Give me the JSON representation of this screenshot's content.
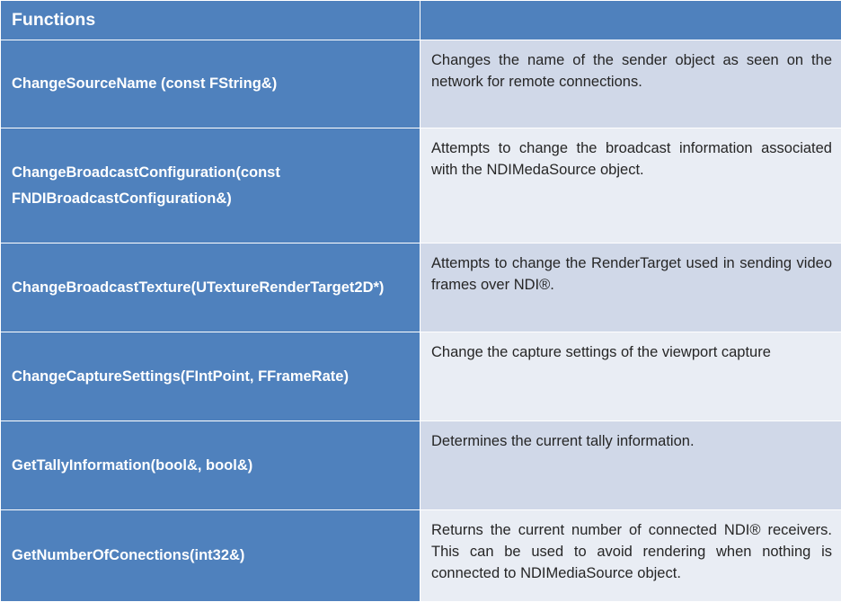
{
  "table": {
    "header": {
      "col1": "Functions",
      "col2": ""
    },
    "rows": [
      {
        "function": "ChangeSourceName (const FString&)",
        "description": "Changes the name of the sender object as seen on the network for remote connections."
      },
      {
        "function_line1": "ChangeBroadcastConfiguration(const",
        "function_line2": "FNDIBroadcastConfiguration&)",
        "description": "Attempts to change the broadcast information associated with the NDIMedaSource object."
      },
      {
        "function": "ChangeBroadcastTexture(UTextureRenderTarget2D*)",
        "description": "Attempts to change the RenderTarget used in sending video frames over NDI®."
      },
      {
        "function": "ChangeCaptureSettings(FIntPoint, FFrameRate)",
        "description": "Change the capture settings of the viewport capture"
      },
      {
        "function": "GetTallyInformation(bool&, bool&)",
        "description": "Determines the current tally information."
      },
      {
        "function": "GetNumberOfConections(int32&)",
        "description": "Returns the current number of connected NDI® receivers. This can be used to avoid rendering when nothing is connected to NDIMediaSource object."
      }
    ]
  },
  "colors": {
    "header_bg": "#4f81bd",
    "name_cell_bg": "#4f81bd",
    "desc_bg_a": "#d0d8e8",
    "desc_bg_b": "#e9edf4",
    "text_dark": "#262626",
    "text_light": "#ffffff"
  }
}
